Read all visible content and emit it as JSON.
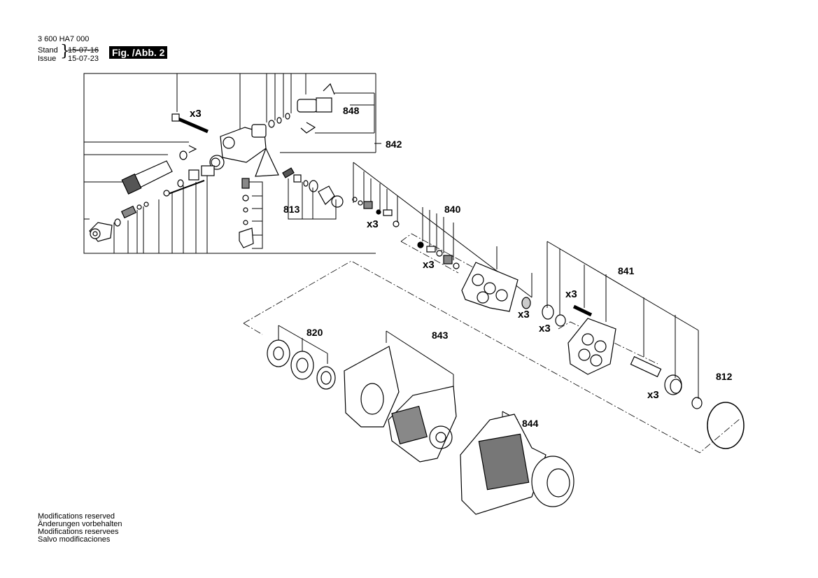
{
  "header": {
    "doc_number": "3 600 HA7 000",
    "stand_label": "Stand",
    "issue_label": "Issue",
    "stand_date_old": "15-07-16",
    "issue_date": "15-07-23",
    "figure_label": "Fig. /Abb. 2"
  },
  "parts": {
    "p848": "848",
    "p842": "842",
    "p813": "813",
    "p840": "840",
    "p841": "841",
    "p820": "820",
    "p843": "843",
    "p844": "844",
    "p812": "812"
  },
  "multipliers": {
    "m1": "x3",
    "m2": "x3",
    "m3": "x3",
    "m4": "x3",
    "m5": "x3",
    "m6": "x3",
    "m7": "x3"
  },
  "footer": {
    "line1": "Modifications reserved",
    "line2": "Änderungen vorbehalten",
    "line3": "Modifications reservees",
    "line4": "Salvo modificaciones"
  }
}
